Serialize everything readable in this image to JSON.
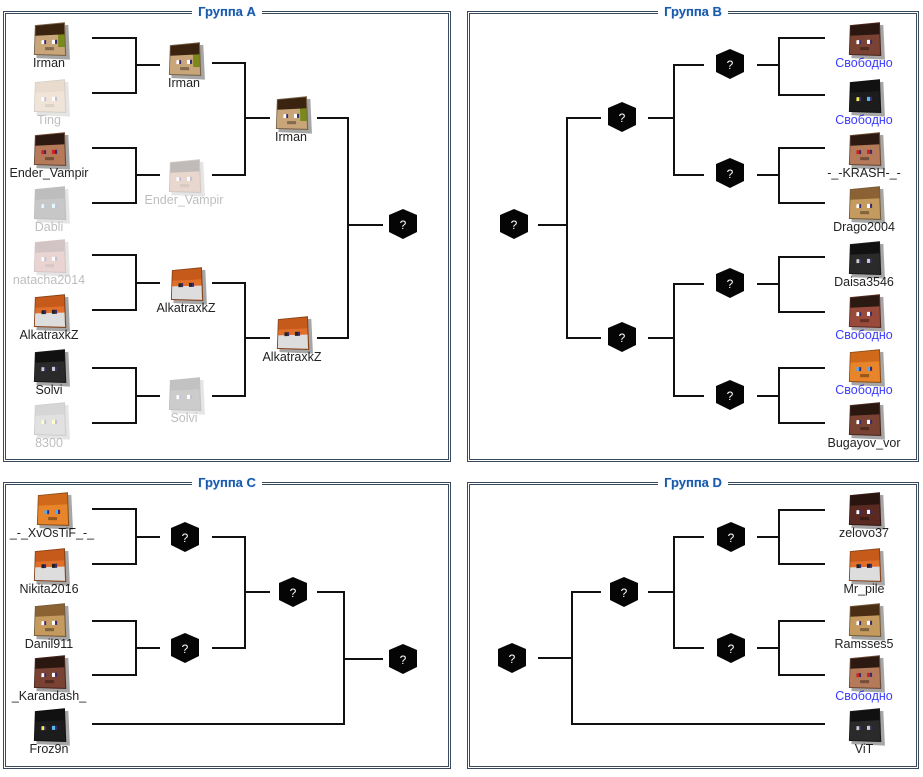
{
  "groups": [
    {
      "title": "Группа A"
    },
    {
      "title": "Группа B"
    },
    {
      "title": "Группа C"
    },
    {
      "title": "Группа D"
    }
  ],
  "unknown_label": "?",
  "players": {
    "a_r1": [
      "Irman",
      "Ting",
      "Ender_Vampir",
      "Dabli",
      "natacha2014",
      "AlkatraxkZ",
      "Solvi",
      "8300"
    ],
    "a_r2": [
      "Irman",
      "Ender_Vampir",
      "AlkatraxkZ",
      "Solvi"
    ],
    "a_r3": [
      "Irman",
      "AlkatraxkZ"
    ],
    "b_r1": [
      "Свободно",
      "Свободно",
      "-_-KRASH-_-",
      "Drago2004",
      "Daisa3546",
      "Свободно",
      "Свободно",
      "Bugayov_vor"
    ],
    "c_r1": [
      "_-_XvOsTiF_-_",
      "Nikita2016",
      "Danil911",
      "_Karandash_",
      "Froz9n"
    ],
    "d_r1": [
      "zelovo37",
      "Mr_pile",
      "Ramsses5",
      "Свободно",
      "ViT"
    ]
  },
  "colors": {
    "title": "#1b5aa8",
    "free": "#3b3bff",
    "line": "#111111",
    "border": "#3a4a5c"
  }
}
